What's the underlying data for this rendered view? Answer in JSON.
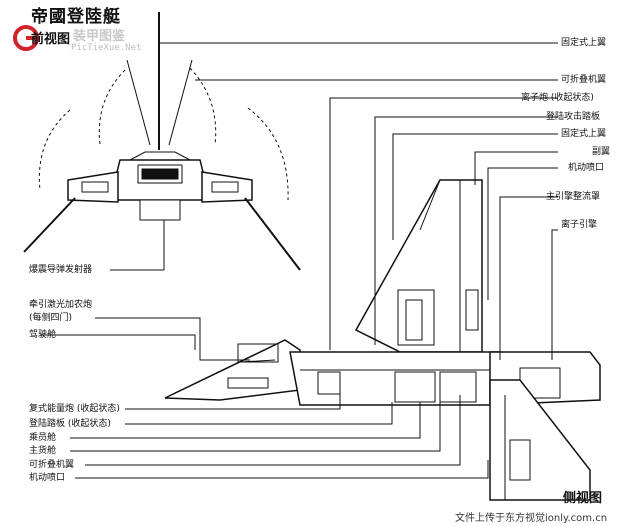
{
  "title": "帝國登陸艇",
  "front_view_label": "前视图",
  "side_view_label": "侧视图",
  "watermark": {
    "cn": "装甲图鉴",
    "url": "PicTieXue.Net"
  },
  "footer": "文件上传于东方视觉ionly.com.cn",
  "right_labels": [
    "固定式上翼",
    "可折叠机翼",
    "离子炮 (收起状态)",
    "登陆攻击踏板",
    "固定式上翼",
    "副翼",
    "机动喷口",
    "主引擎整流罩",
    "离子引擎"
  ],
  "left_labels": [
    "爆震导弹发射器",
    "牵引激光加农炮",
    "(每侧四门)",
    "驾驶舱",
    "复式能量炮 (收起状态)",
    "登陆踏板 (收起状态)",
    "乘员舱",
    "主货舱",
    "可折叠机翼",
    "机动喷口"
  ],
  "colors": {
    "line": "#111111",
    "watermark": "#c9c9c9",
    "logo_red": "#d2232a"
  }
}
